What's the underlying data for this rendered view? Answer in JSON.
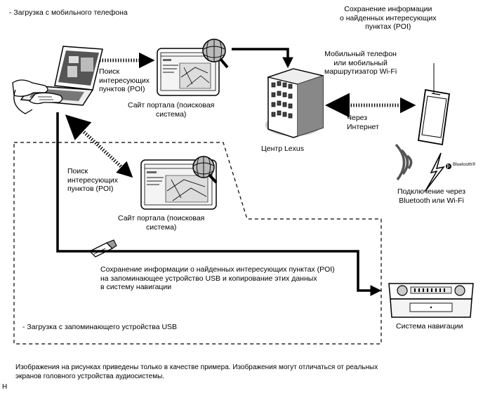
{
  "headers": {
    "mobile_download": "- Загрузка с мобильного телефона",
    "usb_download": "- Загрузка с запоминающего устройства USB"
  },
  "labels": {
    "save_poi_top": "Сохранение информации\nо найденных интересующих\nпунктах (POI)",
    "mobile_device": "Мобильный телефон\nили мобильный\nмаршрутизатор Wi-Fi",
    "poi_search_top": "Поиск\nинтересующих\nпунктов (POI)",
    "portal_top": "Сайт портала (поисковая\nсистема)",
    "via_internet": "Через\nИнтернет",
    "lexus_center": "Центр Lexus",
    "poi_search_mid": "Поиск\nинтересующих\nпунктов (POI)",
    "portal_mid": "Сайт портала (поисковая\nсистема)",
    "connection": "Подключение через\nBluetooth или Wi-Fi",
    "bluetooth_logo": "Bluetooth®",
    "usb_save": "Сохранение информации о найденных интересующих пунктах (POI)\nна запоминающее устройство USB и копирование этих данных\nв систему навигации",
    "nav_system": "Система навигации"
  },
  "footer": {
    "note": "Изображения на рисунках приведены только в качестве примера. Изображения могут отличаться от реальных\nэкранов головного устройства аудиосистемы.",
    "code": "H"
  },
  "colors": {
    "line": "#000000",
    "gray": "#c8c8c8",
    "dark_gray": "#9a9a9a",
    "screen": "#e8e8e8"
  }
}
